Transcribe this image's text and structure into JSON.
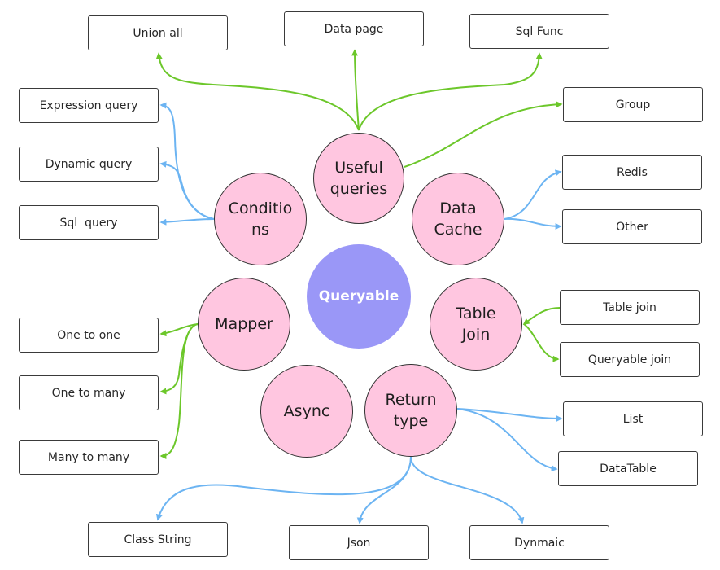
{
  "colors": {
    "green": "#6cc72a",
    "blue": "#6cb4f2",
    "node_fill": "#ffc6e0",
    "center_fill": "#9a97f7"
  },
  "center": {
    "label": "Queryable"
  },
  "nodes": {
    "useful": {
      "label": "Useful\nqueries"
    },
    "conditions": {
      "label": "Conditio\nns"
    },
    "cache": {
      "label": "Data\nCache"
    },
    "mapper": {
      "label": "Mapper"
    },
    "tablejoin": {
      "label": "Table\nJoin"
    },
    "async": {
      "label": "Async"
    },
    "returntype": {
      "label": "Return\ntype"
    }
  },
  "boxes": {
    "union_all": {
      "label": "Union all"
    },
    "data_page": {
      "label": "Data page"
    },
    "sql_func": {
      "label": "Sql Func"
    },
    "group": {
      "label": "Group"
    },
    "expression_query": {
      "label": "Expression query"
    },
    "dynamic_query": {
      "label": "Dynamic query"
    },
    "sql_query": {
      "label": "Sql  query"
    },
    "redis": {
      "label": "Redis"
    },
    "other": {
      "label": "Other"
    },
    "one_to_one": {
      "label": "One to one"
    },
    "one_to_many": {
      "label": "One to many"
    },
    "many_to_many": {
      "label": "Many to many"
    },
    "table_join": {
      "label": "Table join"
    },
    "queryable_join": {
      "label": "Queryable join"
    },
    "list": {
      "label": "List"
    },
    "datatable": {
      "label": "DataTable"
    },
    "class_string": {
      "label": "Class String"
    },
    "json": {
      "label": "Json"
    },
    "dynmaic": {
      "label": "Dynmaic"
    }
  }
}
